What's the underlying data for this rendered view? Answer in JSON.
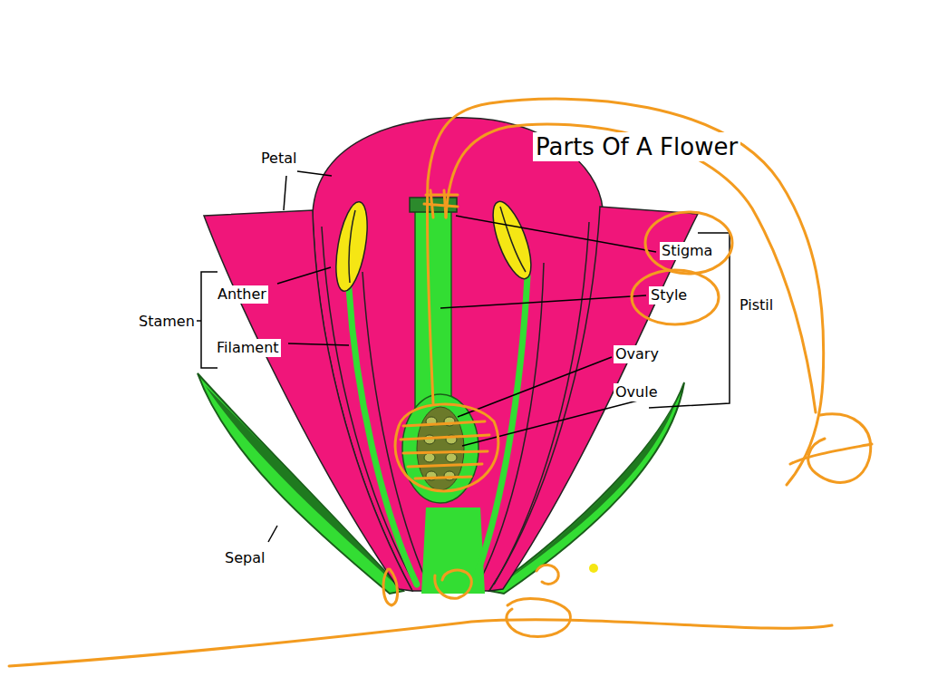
{
  "diagram": {
    "title": "Parts Of A Flower",
    "labels": [
      "Petal",
      "Stamen",
      "Anther",
      "Filament",
      "Sepal",
      "Stigma",
      "Style",
      "Pistil",
      "Ovary",
      "Ovule"
    ]
  }
}
